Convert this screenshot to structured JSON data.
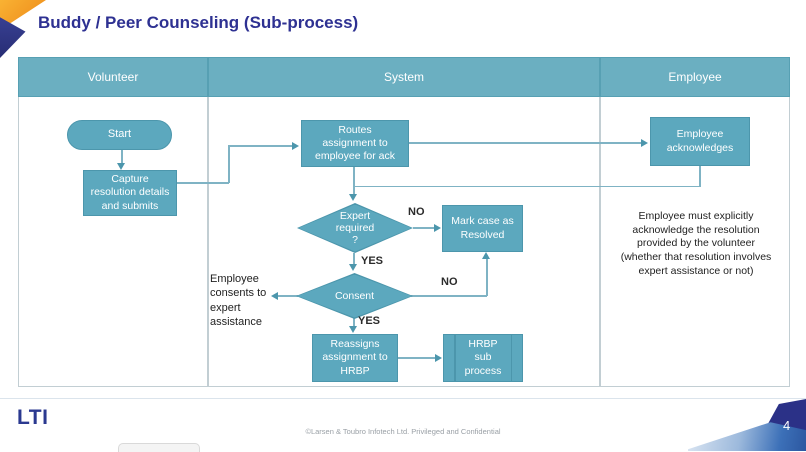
{
  "slide": {
    "title": "Buddy / Peer Counseling (Sub-process)",
    "page_number": "4",
    "copyright": "©Larsen & Toubro Infotech Ltd. Privileged and Confidential",
    "logo_text": "LTI"
  },
  "colors": {
    "title_navy": "#2e3192",
    "node_fill_teal": "#5ca8be",
    "node_border_teal": "#4c96ac",
    "lane_header_teal": "#6bafc1",
    "connector_teal": "#7fb3c4",
    "logo_navy": "#2b3990",
    "corner_orange": "#f6a01a"
  },
  "lanes": [
    {
      "label": "Volunteer"
    },
    {
      "label": "System"
    },
    {
      "label": "Employee"
    }
  ],
  "nodes": {
    "start": {
      "type": "terminator",
      "label": "Start"
    },
    "capture": {
      "type": "process",
      "label": "Capture\nresolution details\nand submits"
    },
    "routes": {
      "type": "process",
      "label": "Routes\nassignment to\nemployee for ack"
    },
    "employee_ack": {
      "type": "process",
      "label": "Employee\nacknowledges"
    },
    "expert_required": {
      "type": "decision",
      "label": "Expert\nrequired\n?"
    },
    "mark_resolved": {
      "type": "process",
      "label": "Mark case as\nResolved"
    },
    "consent": {
      "type": "decision",
      "label": "Consent"
    },
    "reassigns": {
      "type": "process",
      "label": "Reassigns\nassignment to\nHRBP"
    },
    "hrbp_subprocess": {
      "type": "predefined-process",
      "label": "HRBP\nsub\nprocess"
    }
  },
  "edge_labels": {
    "expert_no": "NO",
    "expert_yes": "YES",
    "consent_no": "NO",
    "consent_yes": "YES"
  },
  "annotations": {
    "consent_left": "Employee\nconsents to\nexpert\nassistance",
    "employee_note": "Employee must explicitly\nacknowledge the resolution\nprovided by the volunteer\n(whether that resolution involves\nexpert assistance or not)"
  }
}
